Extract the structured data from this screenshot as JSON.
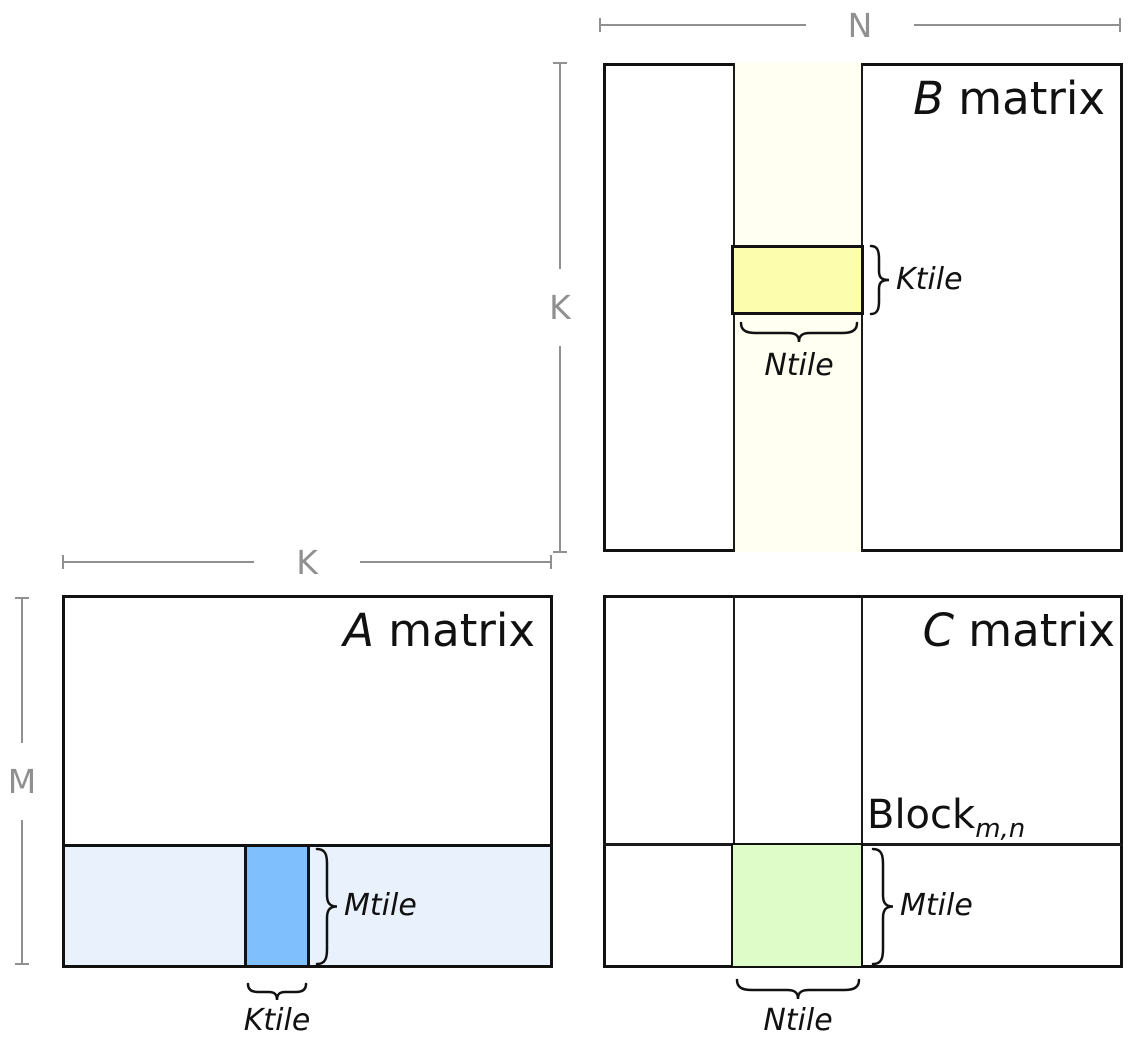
{
  "colors": {
    "border": "#111111",
    "dimgray": "#909090",
    "ivory_column": "#FFFFF2",
    "yellow_tile": "#FDFDAE",
    "lightblue_row": "#E9F2FC",
    "blue_tile": "#7FBFFE",
    "green_tile": "#DEFCC7"
  },
  "b_matrix": {
    "title_letter": "B",
    "title_rest": " matrix",
    "dim_n": "N",
    "dim_k": "K",
    "ktile": "Ktile",
    "ntile": "Ntile"
  },
  "a_matrix": {
    "title_letter": "A",
    "title_rest": " matrix",
    "dim_k": "K",
    "dim_m": "M",
    "mtile": "Mtile",
    "ktile": "Ktile"
  },
  "c_matrix": {
    "title_letter": "C",
    "title_rest": " matrix",
    "block": "Block",
    "block_sub": "m,n",
    "mtile": "Mtile",
    "ntile": "Ntile"
  }
}
